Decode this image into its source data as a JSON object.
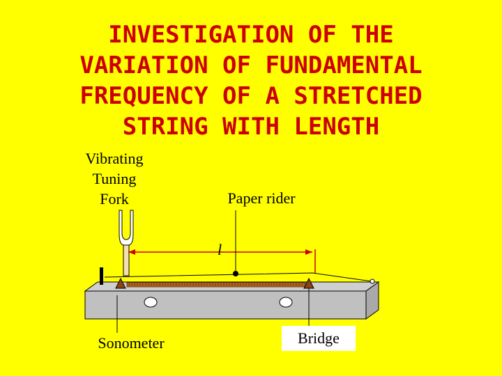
{
  "title": {
    "line1": "INVESTIGATION OF THE",
    "line2": "VARIATION OF FUNDAMENTAL",
    "line3": "FREQUENCY OF A STRETCHED",
    "line4": "STRING WITH LENGTH"
  },
  "labels": {
    "fork_line1": "Vibrating",
    "fork_line2": "Tuning",
    "fork_line3": "Fork",
    "paper_rider": "Paper rider",
    "length_symbol": "l",
    "sonometer": "Sonometer",
    "bridge": "Bridge"
  },
  "colors": {
    "background": "#ffff00",
    "title": "#cc0000",
    "length_arrow": "#cc0000",
    "box": "#c0c0c0",
    "bridge": "#8b4513",
    "wire_coil": "#a0522d",
    "fork_stem": "#f5deb3"
  }
}
